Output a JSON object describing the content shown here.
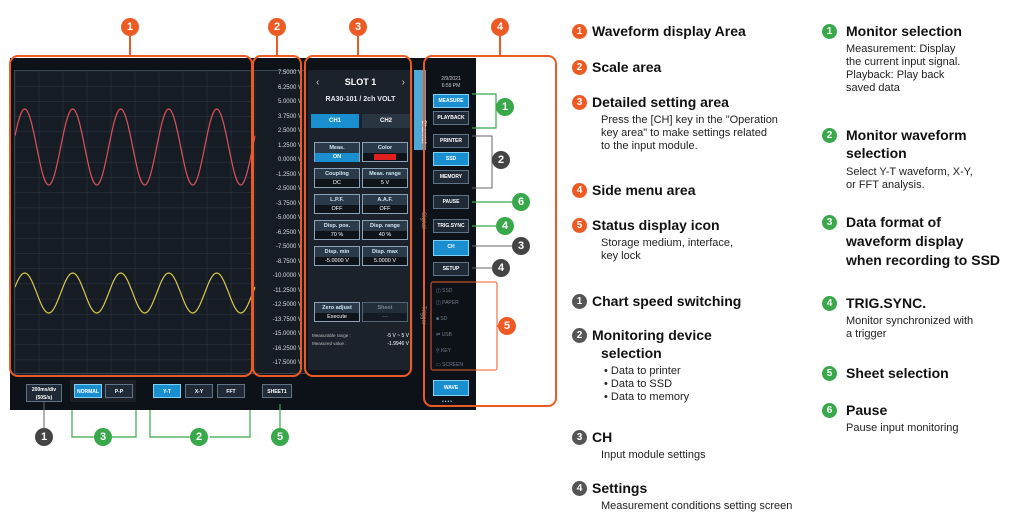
{
  "screen": {
    "scale_labels": [
      "7.5000 V",
      "6.2500 V",
      "5.0000 V",
      "3.7500 V",
      "2.5000 V",
      "1.2500 V",
      "0.0000 V",
      "-1.2500 V",
      "-2.5000 V",
      "-3.7500 V",
      "-5.0000 V",
      "-6.2500 V",
      "-7.5000 V",
      "-8.7500 V",
      "-10.0000 V",
      "-11.2500 V",
      "-12.5000 V",
      "-13.7500 V",
      "-15.0000 V",
      "-16.2500 V",
      "-17.5000 V"
    ],
    "slot": "SLOT 1",
    "module": "RA30-101 / 2ch VOLT",
    "tabs": [
      "CH1",
      "CH2"
    ],
    "settings": [
      {
        "key": "Meas.",
        "value": "ON"
      },
      {
        "key": "Color",
        "value": ""
      },
      {
        "key": "Coupling",
        "value": "DC"
      },
      {
        "key": "Meas. range",
        "value": "5 V"
      },
      {
        "key": "L.P.F.",
        "value": "OFF"
      },
      {
        "key": "A.A.F.",
        "value": "OFF"
      },
      {
        "key": "Disp. pos.",
        "value": "70 %"
      },
      {
        "key": "Disp. range",
        "value": "40 %"
      },
      {
        "key": "Disp. min",
        "value": "-5.0000 V"
      },
      {
        "key": "Disp. max",
        "value": "5.0000 V"
      }
    ],
    "zero_adjust": {
      "key": "Zero adjust",
      "value": "Execute"
    },
    "sheet_box": {
      "key": "Sheet",
      "value": "---"
    },
    "measurable_range_label": "Measurable range :",
    "measurable_range_value": "-5 V ~ 5 V",
    "measured_value_label": "Measured value :",
    "measured_value": "-1.9946 V",
    "channel_tab": "Channel",
    "signal_tab": "Signal",
    "trigger_tab": "Trigger",
    "date": "2/9/2021",
    "time": "6:59 PM",
    "side_buttons": [
      "MEASURE",
      "PLAYBACK",
      "PRINTER",
      "SSD",
      "MEMORY",
      "PAUSE",
      "TRIG.SYNC",
      "CH",
      "SETUP"
    ],
    "status_items": [
      "SSD",
      "PAPER",
      "SD",
      "USB",
      "KEY",
      "SCREEN"
    ],
    "wave_button": "WAVE",
    "chart_speed": "200ms/div",
    "chart_speed_sub": "(50S/s)",
    "monitor_buttons": [
      "NORMAL",
      "P-P"
    ],
    "waveform_buttons": [
      "Y-T",
      "X-Y",
      "FFT"
    ],
    "sheet_button": "SHEET1",
    "colors": {
      "ch1": "#e0505a",
      "ch2": "#d8c64a",
      "accent": "#1a8fcf",
      "callout_orange": "#ee5a24",
      "callout_green": "#38a84a"
    }
  },
  "callout_numbers": [
    "1",
    "2",
    "3",
    "4",
    "5",
    "6"
  ],
  "legend": {
    "orange": [
      {
        "num": "1",
        "title": "Waveform display Area",
        "desc": []
      },
      {
        "num": "2",
        "title": "Scale area",
        "desc": []
      },
      {
        "num": "3",
        "title": "Detailed setting area",
        "desc": [
          "Press the [CH] key in the \"Operation",
          "key area\" to make settings related",
          "to the input module."
        ]
      },
      {
        "num": "4",
        "title": "Side menu area",
        "desc": []
      },
      {
        "num": "5",
        "title": "Status display icon",
        "desc": [
          "Storage medium, interface,",
          "key lock"
        ]
      }
    ],
    "dark": [
      {
        "num": "1",
        "title": "Chart speed switching",
        "desc": []
      },
      {
        "num": "2",
        "title": "Monitoring device",
        "title2": "selection",
        "desc": [
          "• Data to printer",
          "• Data to SSD",
          "• Data to memory"
        ]
      },
      {
        "num": "3",
        "title": "CH",
        "desc": [
          "Input module settings"
        ]
      },
      {
        "num": "4",
        "title": "Settings",
        "desc": [
          "Measurement conditions setting screen"
        ]
      }
    ],
    "green": [
      {
        "num": "1",
        "title": "Monitor selection",
        "desc": [
          "Measurement: Display",
          "the current input signal.",
          "Playback: Play back",
          "saved data"
        ]
      },
      {
        "num": "2",
        "title": "Monitor waveform",
        "title2": "selection",
        "desc": [
          "Select Y-T waveform, X-Y,",
          "or FFT analysis."
        ]
      },
      {
        "num": "3",
        "title": "Data format of",
        "title2": "waveform display",
        "title3": "when recording to SSD",
        "desc": []
      },
      {
        "num": "4",
        "title": "TRIG.SYNC.",
        "desc": [
          "Monitor synchronized with",
          "a trigger"
        ]
      },
      {
        "num": "5",
        "title": "Sheet selection",
        "desc": []
      },
      {
        "num": "6",
        "title": "Pause",
        "desc": [
          "Pause input monitoring"
        ]
      }
    ]
  }
}
